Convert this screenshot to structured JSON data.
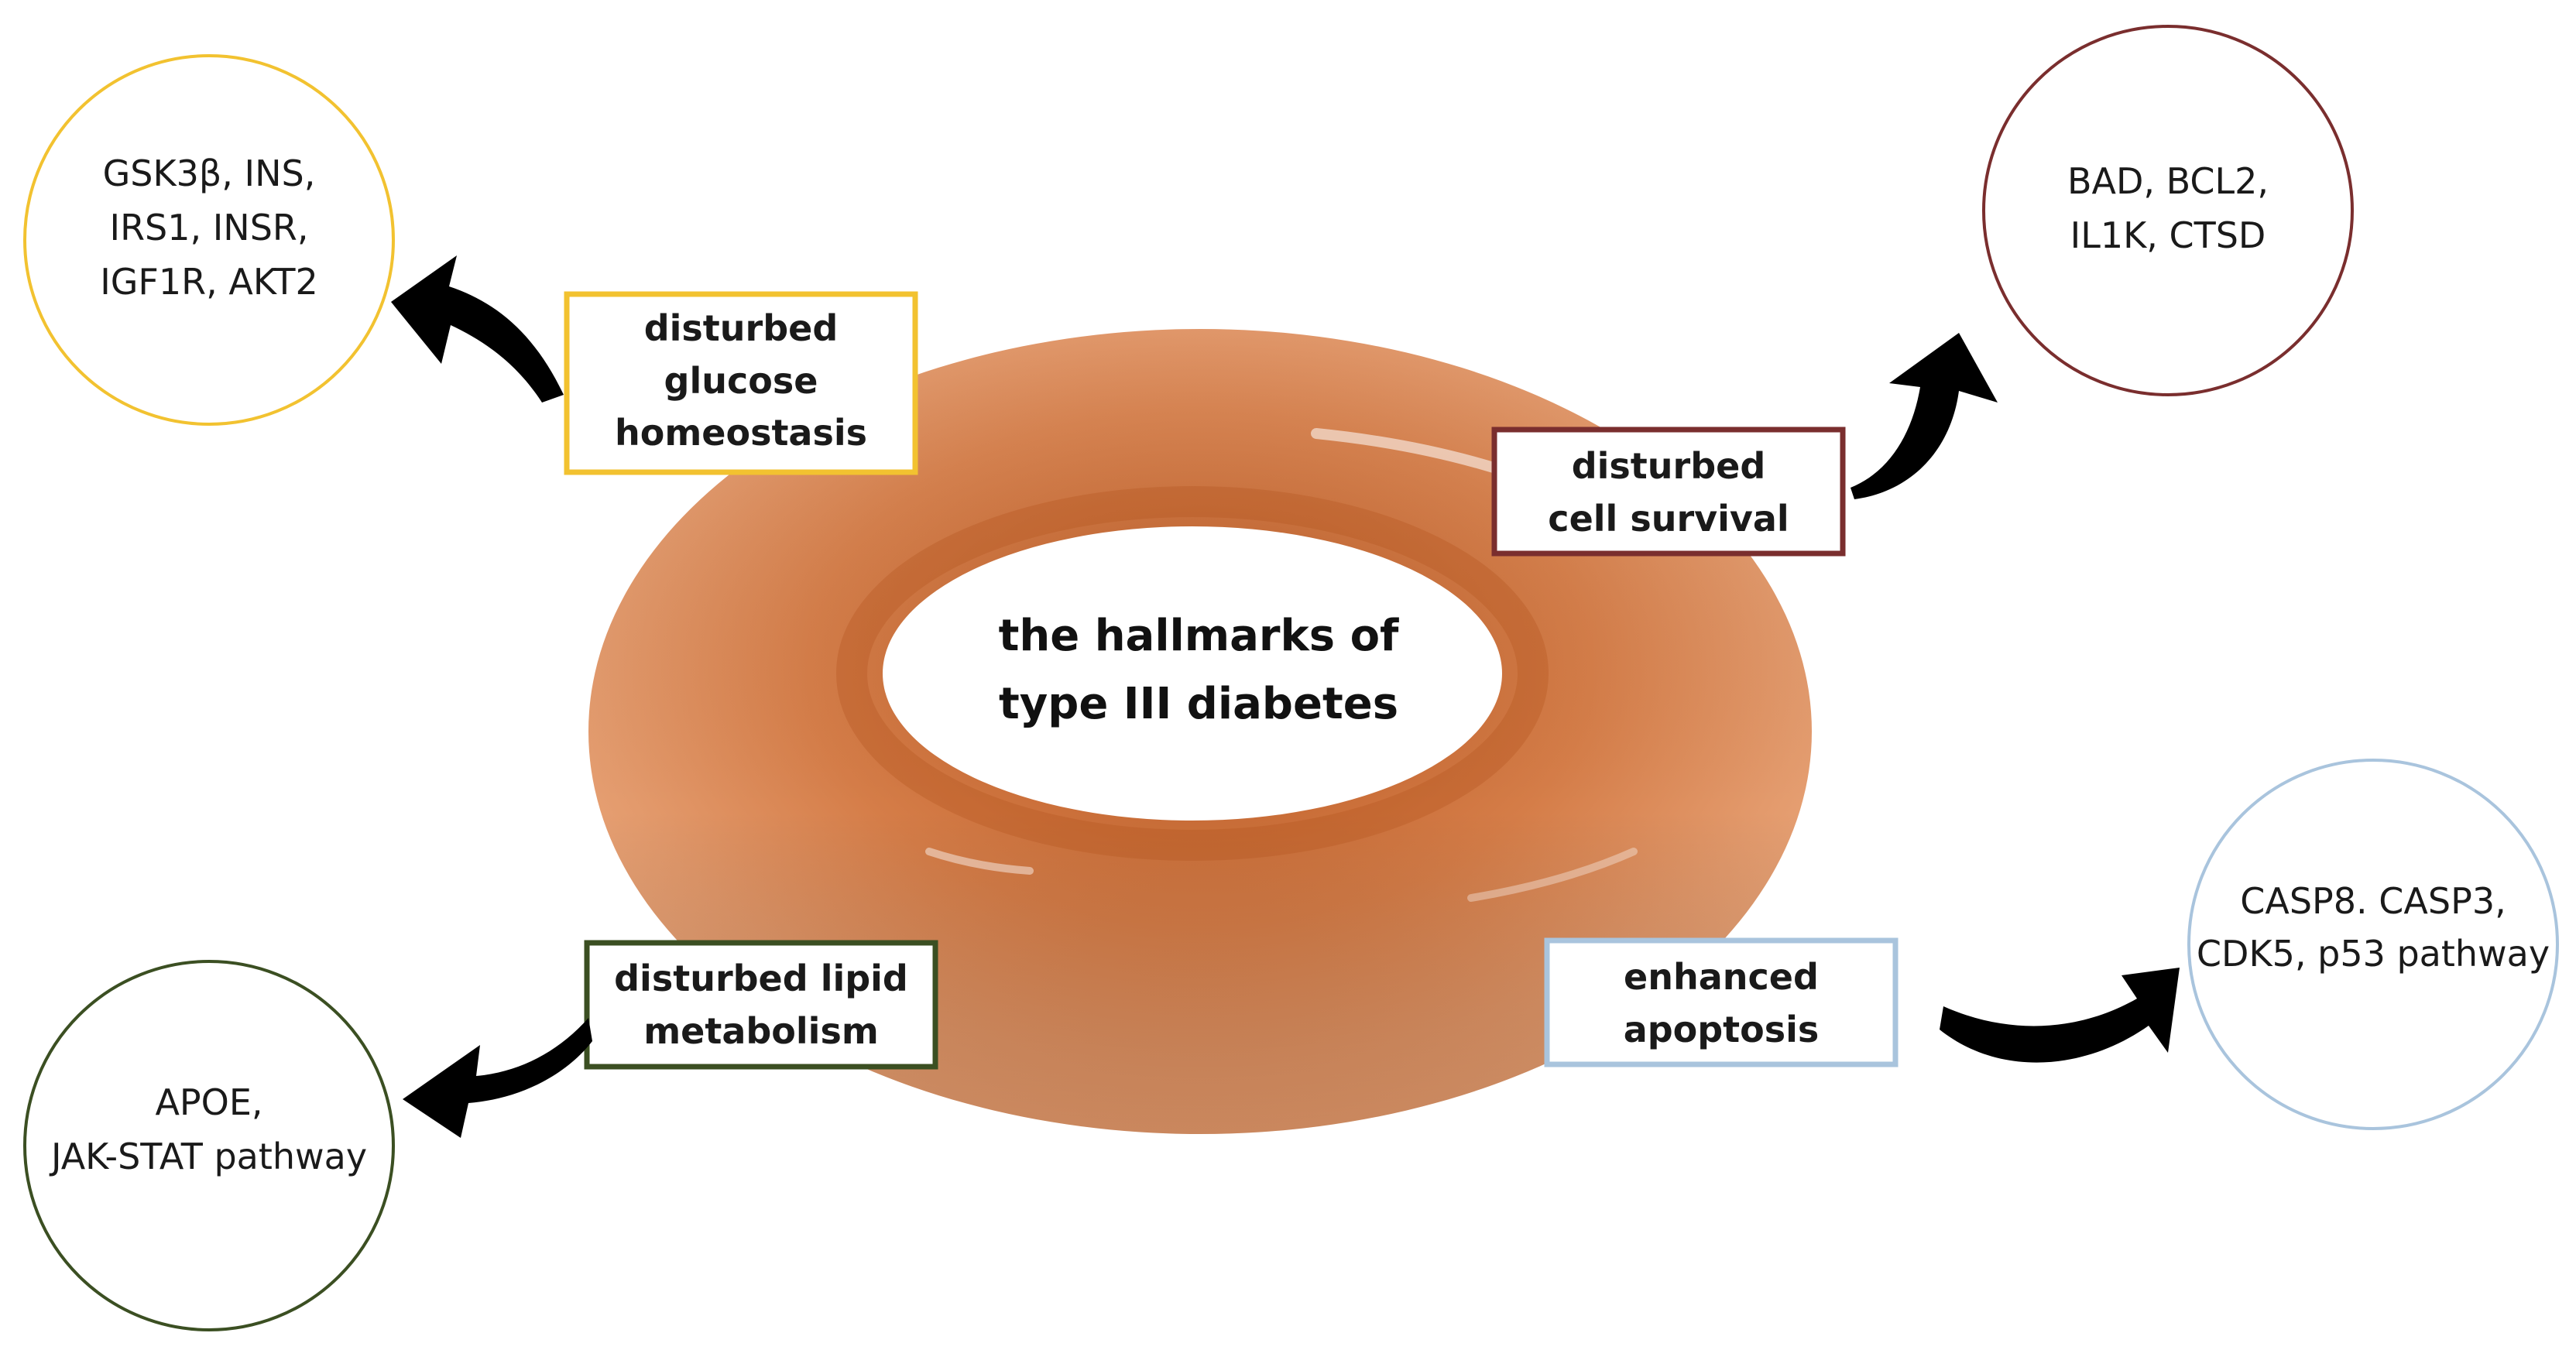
{
  "center": {
    "line1": "the hallmarks of",
    "line2": "type III diabetes"
  },
  "colors": {
    "torus": "#d9804f",
    "glucose": "#f2c230",
    "survival": "#7a2e2e",
    "lipid": "#3b4f22",
    "apoptosis": "#a9c4dd",
    "arrow": "#000000"
  },
  "hallmarks": {
    "glucose": {
      "box": [
        "disturbed",
        "glucose",
        "homeostasis"
      ],
      "genes": [
        "GSK3β, INS,",
        "IRS1, INSR,",
        "IGF1R, AKT2"
      ]
    },
    "survival": {
      "box": [
        "disturbed",
        "cell survival"
      ],
      "genes": [
        "BAD, BCL2,",
        "IL1K, CTSD"
      ]
    },
    "lipid": {
      "box": [
        "disturbed lipid",
        "metabolism"
      ],
      "genes": [
        "APOE,",
        "JAK-STAT pathway"
      ]
    },
    "apoptosis": {
      "box": [
        "enhanced",
        "apoptosis"
      ],
      "genes": [
        "CASP8. CASP3,",
        "CDK5, p53 pathway"
      ]
    }
  }
}
